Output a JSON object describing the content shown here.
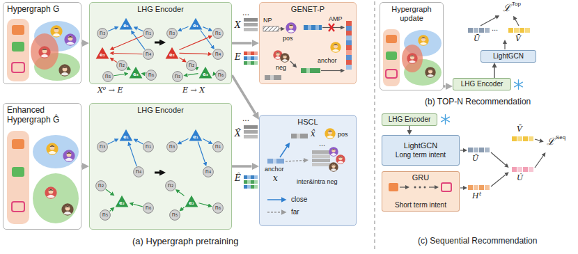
{
  "diagram": {
    "nodes": [
      {
        "text": [
          "Hypergraph G"
        ]
      },
      {
        "text": [
          "LHG Encoder"
        ]
      },
      {
        "text": [
          "e₁"
        ],
        "in": 1
      },
      {
        "text": [
          "n₃"
        ],
        "in": 1
      },
      {
        "text": [
          "n₁"
        ],
        "in": 1
      },
      {
        "text": [
          "e₂"
        ],
        "in": 1
      },
      {
        "text": [
          "n₄"
        ],
        "in": 1
      },
      {
        "text": [
          "n₂"
        ],
        "in": 1
      },
      {
        "text": [
          "e₃"
        ],
        "in": 1
      },
      {
        "text": [
          "n₅"
        ],
        "in": 1
      },
      {
        "text": [
          "n₆"
        ],
        "in": 1
      },
      {
        "text": [
          "e₁"
        ],
        "in": 1
      },
      {
        "text": [
          "n₃"
        ],
        "in": 1
      },
      {
        "text": [
          "n₁"
        ],
        "in": 1
      },
      {
        "text": [
          "e₂"
        ],
        "in": 1
      },
      {
        "text": [
          "n₄"
        ],
        "in": 1
      },
      {
        "text": [
          "n₂"
        ],
        "in": 1
      },
      {
        "text": [
          "e₃"
        ],
        "in": 1
      },
      {
        "text": [
          "n₅"
        ],
        "in": 1
      },
      {
        "text": [
          "n₆"
        ],
        "in": 1
      },
      {
        "text": [
          "GENET-P"
        ]
      },
      {
        "text": [
          "Enhanced Hypergraph Ĝ"
        ]
      },
      {
        "text": [
          "LHG Encoder"
        ]
      },
      {
        "text": [
          "e₁"
        ],
        "in": 22
      },
      {
        "text": [
          "n₃"
        ],
        "in": 22
      },
      {
        "text": [
          "n₁"
        ],
        "in": 22
      },
      {
        "text": [
          "n₄"
        ],
        "in": 22
      },
      {
        "text": [
          "e₂"
        ],
        "in": 22
      },
      {
        "text": [
          "n₂"
        ],
        "in": 22
      },
      {
        "text": [
          "n₅"
        ],
        "in": 22
      },
      {
        "text": [
          "n₆"
        ],
        "in": 22
      },
      {
        "text": [
          "e₁"
        ],
        "in": 22
      },
      {
        "text": [
          "n₃"
        ],
        "in": 22
      },
      {
        "text": [
          "n₁"
        ],
        "in": 22
      },
      {
        "text": [
          "n₄"
        ],
        "in": 22
      },
      {
        "text": [
          "e₂"
        ],
        "in": 22
      },
      {
        "text": [
          "n₂"
        ],
        "in": 22
      },
      {
        "text": [
          "n₅"
        ],
        "in": 22
      },
      {
        "text": [
          "n₆"
        ],
        "in": 22
      },
      {
        "text": [
          "HSCL"
        ]
      },
      {
        "text": [
          "Hypergraph update"
        ]
      },
      {
        "text": [
          "LightGCN"
        ]
      },
      {
        "text": [
          "LHG Encoder"
        ]
      },
      {
        "text": [
          "LHG Encoder"
        ]
      },
      {
        "text": [
          "LightGCN",
          "Long term intent"
        ]
      },
      {
        "text": [
          "GRU",
          "Short term intent"
        ]
      }
    ],
    "edges": [
      {
        "from": 0,
        "to": 1,
        "arrow": "to"
      },
      {
        "from": 1,
        "to": 20,
        "arrow": "to"
      },
      {
        "from": 1,
        "to": 39,
        "arrow": "to"
      },
      {
        "from": 21,
        "to": 22,
        "arrow": "to"
      },
      {
        "from": 22,
        "to": 39,
        "arrow": "to"
      },
      {
        "from": 40,
        "to": 42,
        "arrow": "to"
      },
      {
        "from": 42,
        "to": 41,
        "arrow": "to"
      },
      {
        "from": 43,
        "to": 44,
        "arrow": "to"
      },
      {
        "from": 3,
        "to": 2,
        "arrow": "to"
      },
      {
        "from": 4,
        "to": 2,
        "arrow": "to"
      },
      {
        "from": 6,
        "to": 2,
        "arrow": "to"
      },
      {
        "from": 4,
        "to": 5,
        "arrow": "to"
      },
      {
        "from": 7,
        "to": 5,
        "arrow": "to"
      },
      {
        "from": 6,
        "to": 5,
        "arrow": "to"
      },
      {
        "from": 7,
        "to": 8,
        "arrow": "to"
      },
      {
        "from": 9,
        "to": 8,
        "arrow": "to"
      },
      {
        "from": 10,
        "to": 8,
        "arrow": "to"
      },
      {
        "from": 11,
        "to": 12,
        "arrow": "to"
      },
      {
        "from": 11,
        "to": 13,
        "arrow": "to"
      },
      {
        "from": 11,
        "to": 15,
        "arrow": "to"
      },
      {
        "from": 14,
        "to": 13,
        "arrow": "to"
      },
      {
        "from": 14,
        "to": 16,
        "arrow": "to"
      },
      {
        "from": 14,
        "to": 15,
        "arrow": "to"
      },
      {
        "from": 17,
        "to": 16,
        "arrow": "to"
      },
      {
        "from": 17,
        "to": 18,
        "arrow": "to"
      },
      {
        "from": 17,
        "to": 19,
        "arrow": "to"
      },
      {
        "from": 24,
        "to": 23,
        "arrow": "to"
      },
      {
        "from": 25,
        "to": 23,
        "arrow": "to"
      },
      {
        "from": 26,
        "to": 23,
        "arrow": "to"
      },
      {
        "from": 28,
        "to": 27,
        "arrow": "to"
      },
      {
        "from": 29,
        "to": 27,
        "arrow": "to"
      },
      {
        "from": 30,
        "to": 27,
        "arrow": "to"
      },
      {
        "from": 31,
        "to": 32,
        "arrow": "to"
      },
      {
        "from": 31,
        "to": 33,
        "arrow": "to"
      },
      {
        "from": 31,
        "to": 34,
        "arrow": "to"
      },
      {
        "from": 35,
        "to": 36,
        "arrow": "to"
      },
      {
        "from": 35,
        "to": 37,
        "arrow": "to"
      },
      {
        "from": 35,
        "to": 38,
        "arrow": "to"
      }
    ],
    "labels": [
      "X⁰ → E",
      "E → X",
      "...",
      "X",
      "E",
      "NP",
      "pos",
      "AMP",
      "neg",
      "anchor",
      "...",
      "X̂",
      "Ê",
      "x̂",
      "pos",
      "anchor",
      "x",
      "...",
      "inter&intra neg",
      "(a) Hypergraph pretraining",
      "ℒ",
      "Top",
      "Ū",
      "...",
      "V̄",
      "(b) TOP-N Recommendation",
      "V̄",
      "ℒ",
      "Seq",
      "Ū",
      "H",
      "t",
      "U̇",
      "(c) Sequential Recommendation"
    ],
    "legend": [
      {
        "text": "close"
      },
      {
        "text": "far"
      }
    ]
  }
}
